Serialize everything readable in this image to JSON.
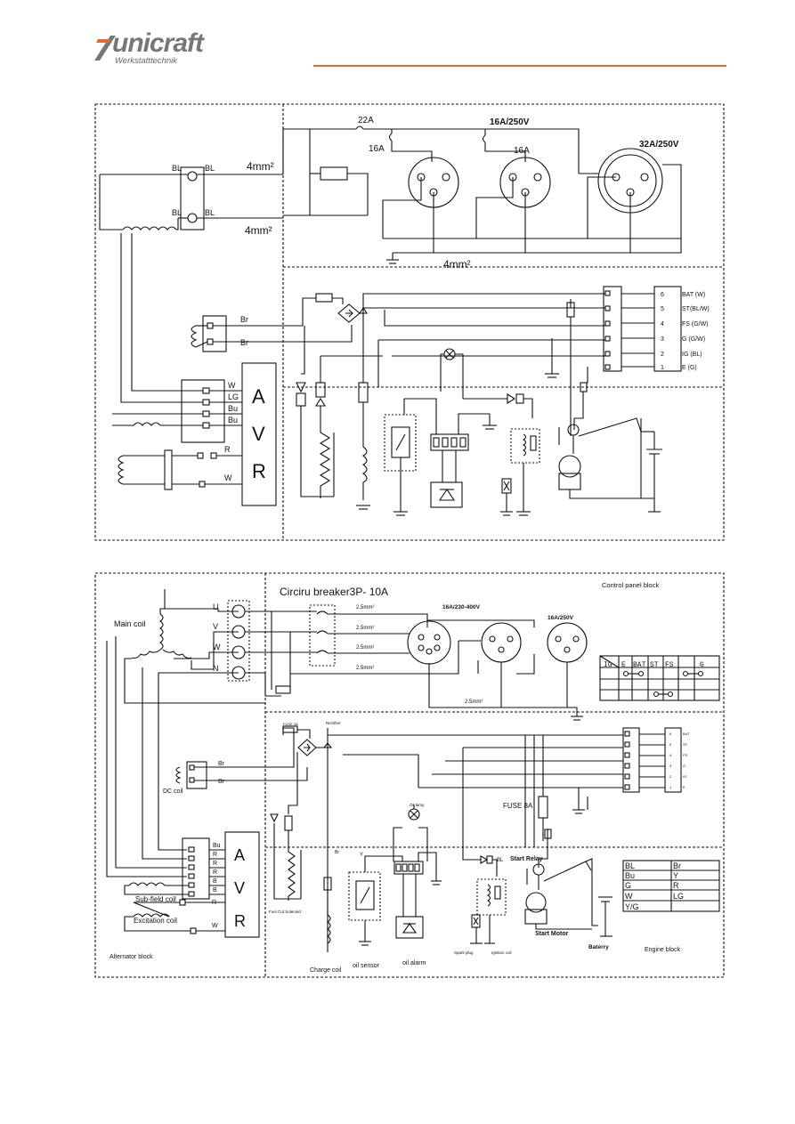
{
  "header": {
    "brand": "unicraft",
    "brand_sub": "Werkstatttechnik",
    "accent_color": "#e36c2c"
  },
  "diagram1": {
    "breaker_22": "22A",
    "rating_16_250": "16A/250V",
    "rating_16a_left": "16A",
    "rating_16a_mid": "16A",
    "rating_32_250": "32A/250V",
    "wire_4mm_1": "4mm²",
    "wire_4mm_2": "4mm²",
    "wire_4mm_3": "4mm²",
    "bl_labels": [
      "BL",
      "BL",
      "BL",
      "BL"
    ],
    "br_labels": [
      "Br",
      "Br"
    ],
    "avr_letters": [
      "A",
      "V",
      "R"
    ],
    "avr_wire_labels": [
      "W",
      "LG",
      "Bu",
      "Bu",
      "R",
      "W"
    ],
    "terminal_numbers": [
      "6",
      "5",
      "4",
      "3",
      "2",
      "1"
    ],
    "terminal_labels": [
      "BAT (W)",
      "ST(BL/W)",
      "FS (G/W)",
      "G (G/W)",
      "IG (BL)",
      "E (G)"
    ]
  },
  "diagram2": {
    "breaker_title": "Circiru breaker3P- 10A",
    "control_panel": "Control panel block",
    "uvwn": [
      "U",
      "V",
      "W",
      "N"
    ],
    "wire_25": [
      "2.5mm²",
      "2.5mm²",
      "2.5mm²",
      "2.5mm²",
      "2.5mm²"
    ],
    "rating_16_230_400": "16A/230-400V",
    "rating_16_250": "16A/250V",
    "main_coil": "Main coil",
    "dc_coil": "DC coil",
    "br_labels": [
      "Br",
      "Br"
    ],
    "fuse_small": "FUSE 3A",
    "rectifier": "Rectifier",
    "fuse_8a": "FUSE 8A",
    "oil_lamp": "Oil lamp",
    "switch_header": [
      "IG",
      "E",
      "BAT",
      "ST",
      "FS",
      "G"
    ],
    "terminal_numbers": [
      "6",
      "5",
      "4",
      "3",
      "2",
      "1"
    ],
    "terminal_labels": [
      "BAT",
      "ST",
      "FS",
      "G",
      "IG",
      "E"
    ],
    "avr_wire_labels": [
      "Bu",
      "R",
      "R",
      "R",
      "B",
      "B"
    ],
    "avr_letters": [
      "A",
      "V",
      "R"
    ],
    "sub_field_coil": "Sub-field coil",
    "excitation_coil": "Excitation coil",
    "exc_labels": [
      "R",
      "W"
    ],
    "fuel_cut": "Fuel Cut Solenoid",
    "charge_coil": "Charge coil",
    "oil_sensor": "oil sensor",
    "oil_alarm": "oil alarm",
    "spark_plug": "Spark plug",
    "ignition_coil": "Ignition coil",
    "start_relay": "Start Relay",
    "start_motor": "Start Motor",
    "battery": "Baterry",
    "engine_block": "Engine block",
    "alternator_block": "Alternator block",
    "y_label": "Y",
    "bl_label": "BL",
    "br_label": "Br",
    "color_legend": [
      [
        "BL",
        "Br"
      ],
      [
        "Bu",
        "Y"
      ],
      [
        "G",
        "R"
      ],
      [
        "W",
        "LG"
      ],
      [
        "Y/G",
        ""
      ]
    ]
  }
}
